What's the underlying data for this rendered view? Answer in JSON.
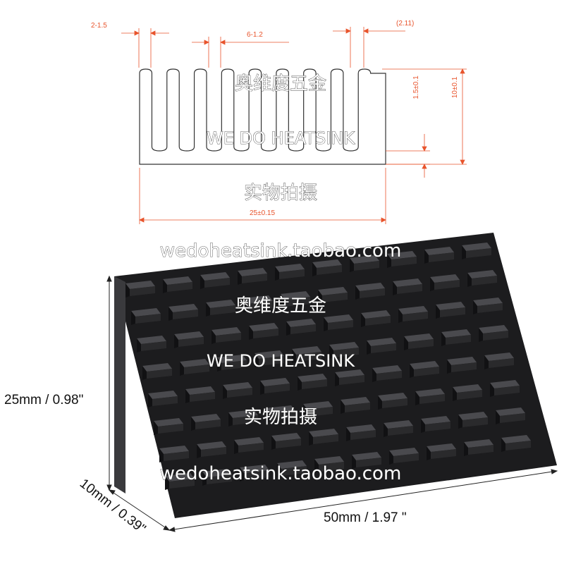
{
  "profile": {
    "dim_fin_gap": "2-1.5",
    "dim_pitch": "6-1.2",
    "dim_fin_thickness": "(2.11)",
    "dim_base": "1.5±0.1",
    "dim_height": "10±0.1",
    "dim_width": "25±0.15"
  },
  "watermarks": {
    "company_cn": "奥维度五金",
    "slogan": "WE DO HEATSINK",
    "photo_cn": "实物拍摄",
    "shop_url": "wedoheatsink.taobao.com"
  },
  "product": {
    "height_label": "25mm / 0.98\"",
    "depth_label": "10mm / 0.39\"",
    "length_label": "50mm / 1.97 \""
  },
  "colors": {
    "dimension": "#e8542c",
    "metal": "#2a2a2c",
    "metal_top": "#4a4a4e"
  }
}
